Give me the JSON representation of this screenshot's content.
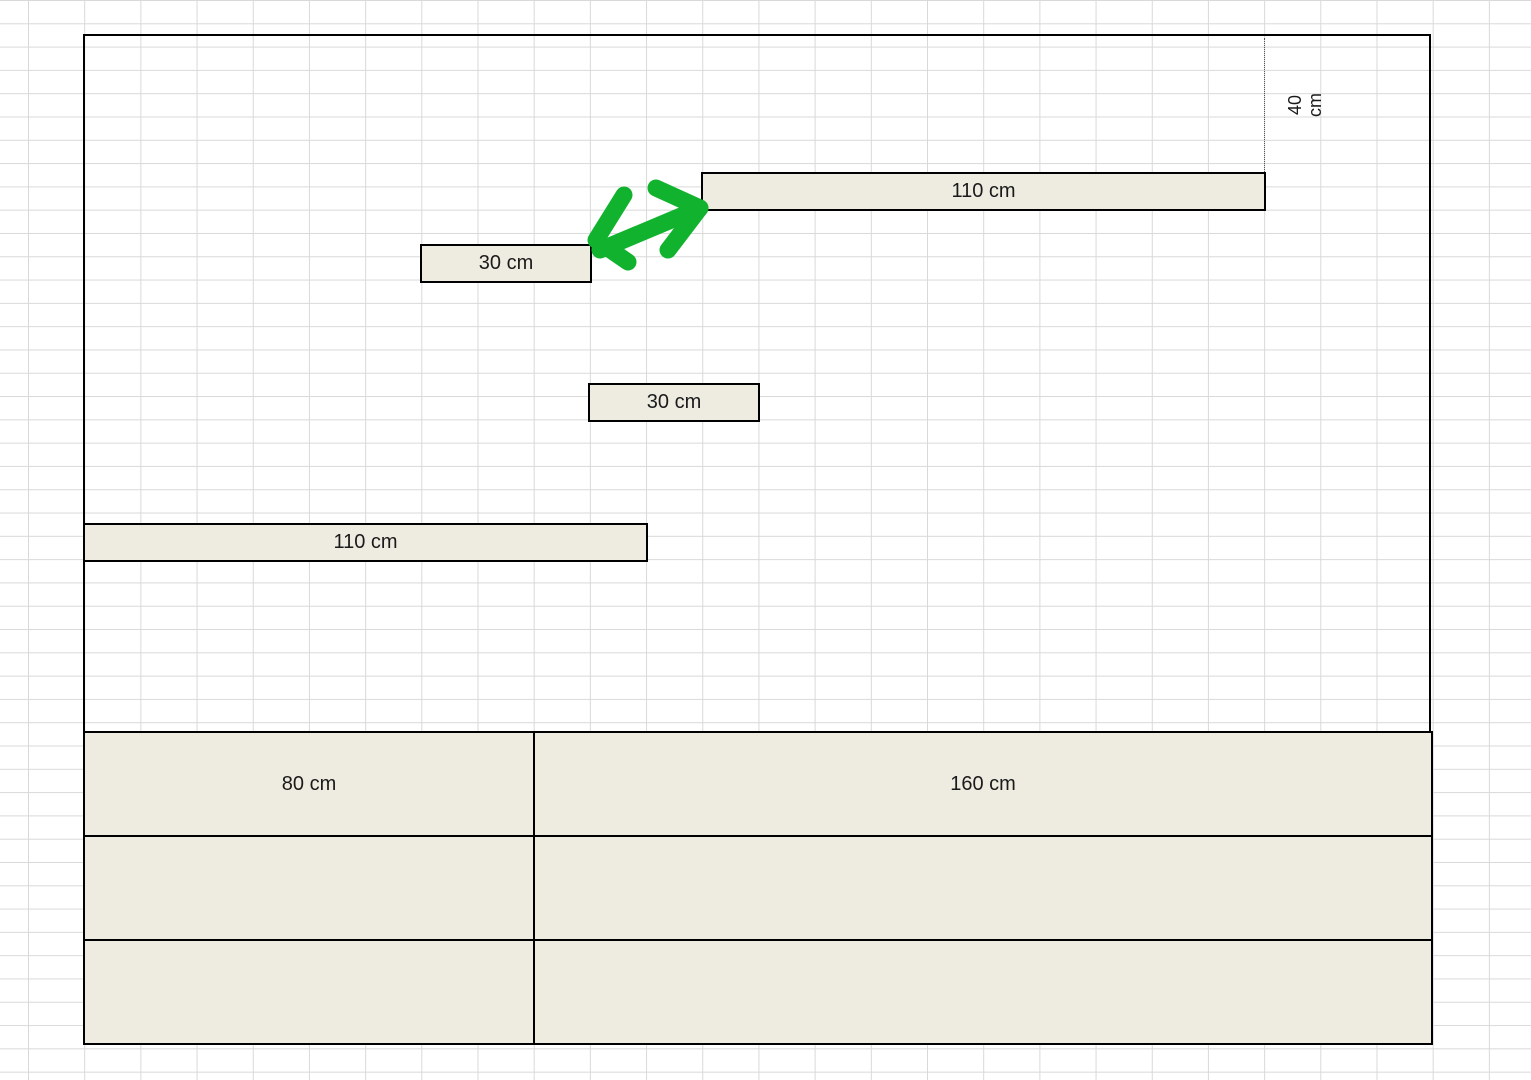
{
  "shelves": [
    {
      "id": "top-right",
      "label": "110 cm"
    },
    {
      "id": "upper-left",
      "label": "30 cm"
    },
    {
      "id": "middle",
      "label": "30 cm"
    },
    {
      "id": "lower-left",
      "label": "110 cm"
    }
  ],
  "cabinet": {
    "rows": [
      [
        "80 cm",
        "160 cm"
      ],
      [
        "",
        ""
      ],
      [
        "",
        ""
      ]
    ]
  },
  "dimension": {
    "label": "40 cm"
  },
  "arrow": {
    "icon": "double-arrow-icon",
    "color": "#11b22e"
  },
  "colors": {
    "shelf_fill": "#eeebe1",
    "outline": "#000000",
    "grid": "#d9d9d9"
  }
}
